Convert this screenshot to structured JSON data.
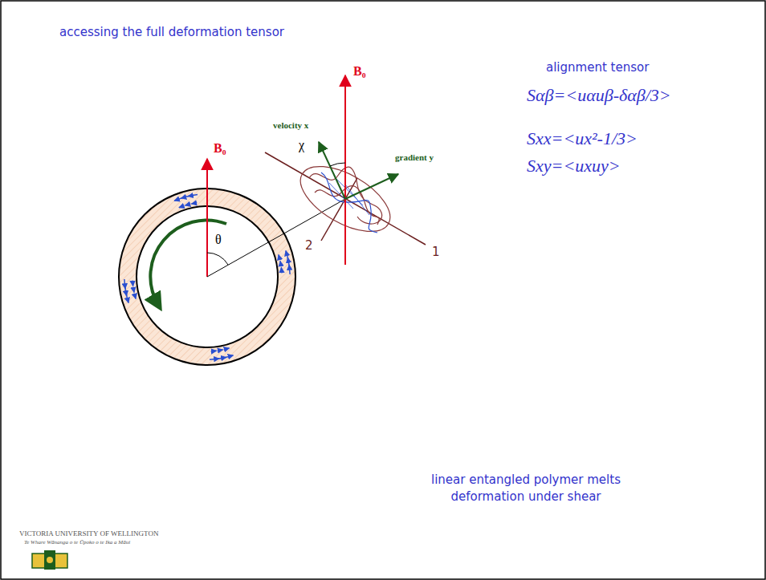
{
  "diagram": {
    "title": "accessing the full deformation tensor",
    "caption": "linear entangled polymer melts deformation under shear",
    "labels": [
      "B₀",
      "θ",
      "B₀",
      "χ",
      "velocity x",
      "gradient y",
      "2",
      "1",
      "alignment tensor",
      "Sαβ=<uαuβ-δαβ/3>",
      "Sxx=<ux²-1/3>",
      "Sxy=<uxuy>",
      "VICTORIA UNIVERSITY OF WELLINGTON",
      "Te Whare Wānanga o te Ūpoko o te Ika a Māui"
    ]
  }
}
